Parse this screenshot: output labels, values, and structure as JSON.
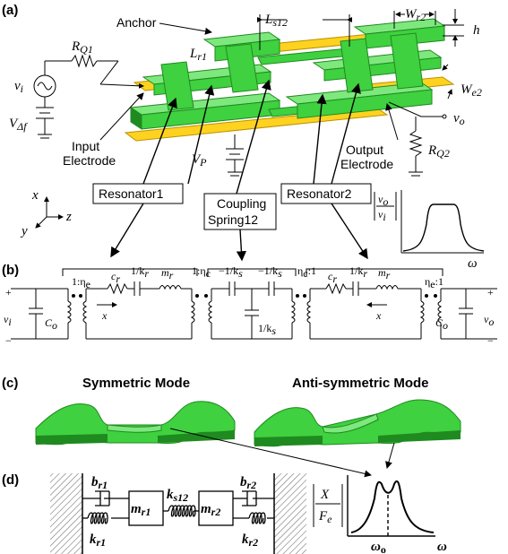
{
  "panel_labels": {
    "a": "(a)",
    "b": "(b)",
    "c": "(c)",
    "d": "(d)"
  },
  "panel_a": {
    "anchor": "Anchor",
    "input_electrode": [
      "Input",
      "Electrode"
    ],
    "output_electrode": [
      "Output",
      "Electrode"
    ],
    "resonator1": "Resonator1",
    "resonator2": "Resonator2",
    "coupling": [
      "Coupling",
      "Spring12"
    ],
    "sym": {
      "Ls12": "L",
      "Ls12_sub": "s12",
      "Wr2": "W",
      "Wr2_sub": "r2",
      "h": "h",
      "Lr1": "L",
      "Lr1_sub": "r1",
      "We2": "W",
      "We2_sub": "e2",
      "RQ1": "R",
      "RQ1_sub": "Q1",
      "RQ2": "R",
      "RQ2_sub": "Q2",
      "vi": "v",
      "vi_sub": "i",
      "vo": "v",
      "vo_sub": "o",
      "VP": "V",
      "VP_sub": "P",
      "Vdf": "V",
      "Vdf_sub": "Δf"
    },
    "axes": {
      "x": "x",
      "y": "y",
      "z": "z"
    },
    "response_plot": {
      "ylabel_num": "v",
      "ylabel_num_sub": "o",
      "ylabel_den": "v",
      "ylabel_den_sub": "i",
      "xlabel": "ω"
    }
  },
  "panel_b": {
    "ratio_in": "1:η",
    "ratio_in_sub": "e",
    "ratio_c1": "1:η",
    "ratio_c1_sub": "c",
    "ratio_c2": "η",
    "ratio_c2_sub": "c",
    "ratio_c2_tail": ":1",
    "ratio_out": "η",
    "ratio_out_sub": "e",
    "ratio_out_tail": ":1",
    "cr": "c",
    "cr_sub": "r",
    "mr": "m",
    "mr_sub": "r",
    "kr": "1/k",
    "kr_sub": "r",
    "ks": "−1/k",
    "ks_sub": "s",
    "ks_shunt": "1/k",
    "ks_shunt_sub": "s",
    "Co": "C",
    "Co_sub": "o",
    "x": "x",
    "plus": "+",
    "minus": "−"
  },
  "panel_c": {
    "symmetric": "Symmetric Mode",
    "antisymmetric": "Anti-symmetric Mode"
  },
  "panel_d": {
    "br1": "b",
    "br1_sub": "r1",
    "br2": "b",
    "br2_sub": "r2",
    "kr1": "k",
    "kr1_sub": "r1",
    "kr2": "k",
    "kr2_sub": "r2",
    "ks12": "k",
    "ks12_sub": "s12",
    "mr1": "m",
    "mr1_sub": "r1",
    "mr2": "m",
    "mr2_sub": "r2",
    "plot": {
      "num": "X",
      "den": "F",
      "den_sub": "e",
      "omega0": "ω",
      "omega0_sub": "o",
      "omega": "ω"
    }
  },
  "colors": {
    "green": "#3fd13f",
    "greenDark": "#1f8a1f",
    "greenLight": "#7ee87e",
    "yellow": "#ffd21f",
    "yellowDark": "#b89200"
  }
}
